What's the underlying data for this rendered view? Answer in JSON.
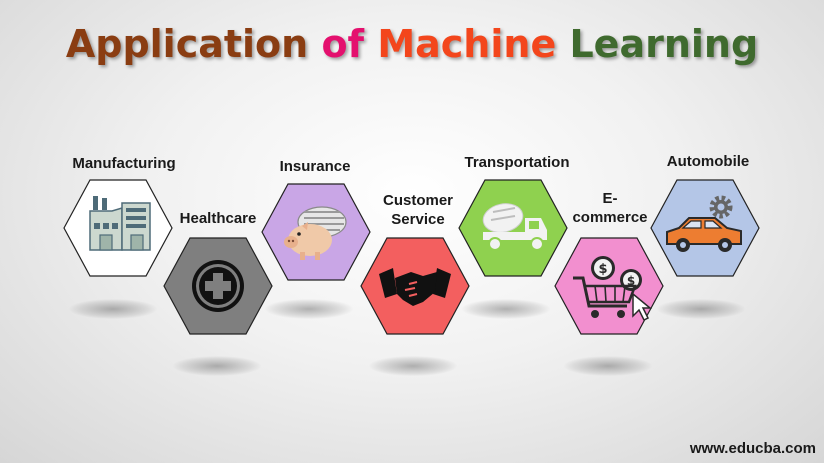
{
  "title": {
    "word1": "Application",
    "word2": "of",
    "word3": "Machine",
    "word4": "Learning",
    "colors": [
      "#8a3d12",
      "#e4106e",
      "#f3461c",
      "#3f6a2e"
    ]
  },
  "items": [
    {
      "label": "Manufacturing",
      "fill": "#ffffff",
      "icon": "factory-icon"
    },
    {
      "label": "Healthcare",
      "fill": "#7f7f7f",
      "icon": "medical-cross-icon"
    },
    {
      "label": "Insurance",
      "fill": "#c9a6e6",
      "icon": "piggy-bank-icon"
    },
    {
      "label_line1": "Customer",
      "label_line2": "Service",
      "fill": "#f35f5f",
      "icon": "handshake-icon"
    },
    {
      "label": "Transportation",
      "fill": "#8fd14f",
      "icon": "concrete-truck-icon"
    },
    {
      "label_line1": "E-",
      "label_line2": "commerce",
      "fill": "#f28fcf",
      "icon": "shopping-cart-icon"
    },
    {
      "label": "Automobile",
      "fill": "#b4c6e7",
      "icon": "car-icon"
    }
  ],
  "footer": "www.educba.com"
}
